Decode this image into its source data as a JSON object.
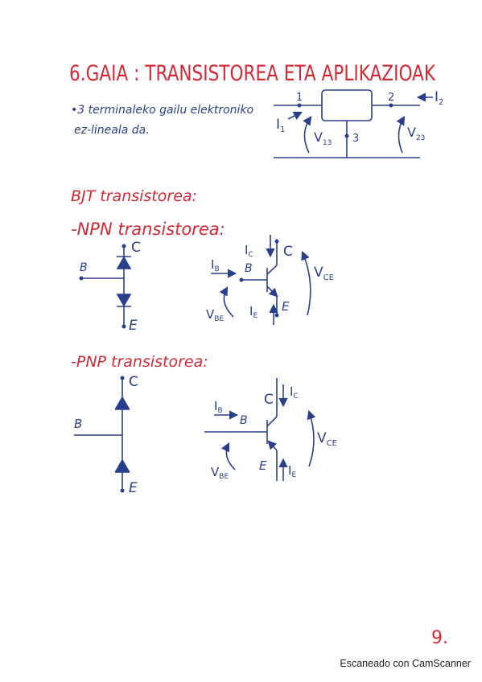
{
  "title": "6.GAIA : TRANSISTOREA ETA APLIKAZIOAK",
  "intro": {
    "line1": "•3 terminaleko gailu elektroniko",
    "line2": "ez-lineala da."
  },
  "block_diagram": {
    "node1": "1",
    "node2": "2",
    "node3": "3",
    "i1": "I",
    "i1_sub": "1",
    "i2": "I",
    "i2_sub": "2",
    "v13": "V",
    "v13_sub": "13",
    "v23": "V",
    "v23_sub": "23"
  },
  "bjt_heading": "BJT transistorea:",
  "npn": {
    "heading": "-NPN transistorea:",
    "diode_b": "B",
    "diode_c": "C",
    "diode_e": "E",
    "sym_b": "B",
    "sym_c": "C",
    "sym_e": "E",
    "ib": "I",
    "ib_sub": "B",
    "ic": "I",
    "ic_sub": "C",
    "ie": "I",
    "ie_sub": "E",
    "vce": "V",
    "vce_sub": "CE",
    "vbe": "V",
    "vbe_sub": "BE"
  },
  "pnp": {
    "heading": "-PNP transistorea:",
    "diode_b": "B",
    "diode_c": "C",
    "diode_e": "E",
    "sym_b": "B",
    "sym_c": "C",
    "sym_e": "E",
    "ib": "I",
    "ib_sub": "B",
    "ic": "I",
    "ic_sub": "C",
    "ie": "I",
    "ie_sub": "E",
    "vce": "V",
    "vce_sub": "CE",
    "vbe": "V",
    "vbe_sub": "BE"
  },
  "page_number": "9.",
  "footer": "Escaneado con CamScanner",
  "colors": {
    "ink_red": "#d22a35",
    "ink_blue": "#2a3f8c"
  }
}
